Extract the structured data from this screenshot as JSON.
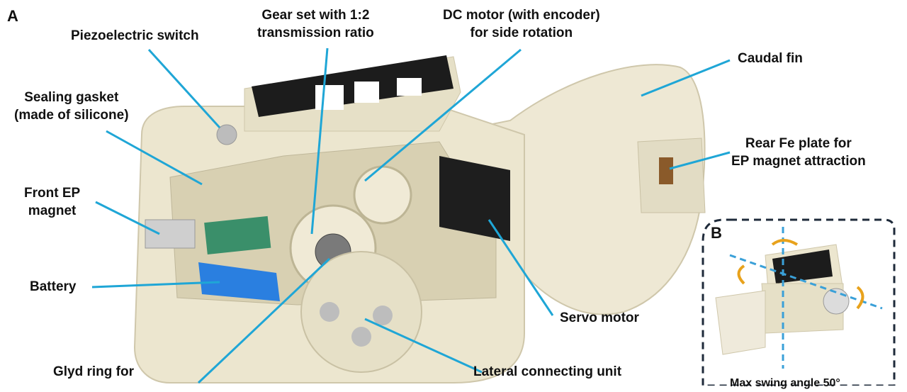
{
  "panels": {
    "a": "A",
    "b": "B"
  },
  "labels": {
    "piezo": [
      "Piezoelectric switch"
    ],
    "gear": [
      "Gear set with 1:2",
      "transmission ratio"
    ],
    "dc_motor": [
      "DC motor (with encoder)",
      "for side rotation"
    ],
    "caudal_fin": [
      "Caudal fin"
    ],
    "sealing": [
      "Sealing gasket",
      "(made of silicone)"
    ],
    "front_ep": [
      "Front EP",
      "magnet"
    ],
    "rear_fe": [
      "Rear Fe plate for",
      "EP magnet attraction"
    ],
    "battery": [
      "Battery"
    ],
    "servo": [
      "Servo motor"
    ],
    "glyd": [
      "Glyd ring for"
    ],
    "lateral": [
      "Lateral connecting unit"
    ],
    "swing": [
      "Max swing angle 50°"
    ]
  },
  "colors": {
    "leader": "#1fa6d6",
    "body": "#ece6cf",
    "body_dark": "#d8d0b2",
    "marker_black": "#1c1c1c",
    "battery_blue": "#2a7fe0",
    "servo_black": "#1e1e1e",
    "pcb_green": "#3a8f6a",
    "arrow_orange": "#e8a21c",
    "axis_blue": "#3aa0d8",
    "dashed_border": "#1e2a3a"
  }
}
